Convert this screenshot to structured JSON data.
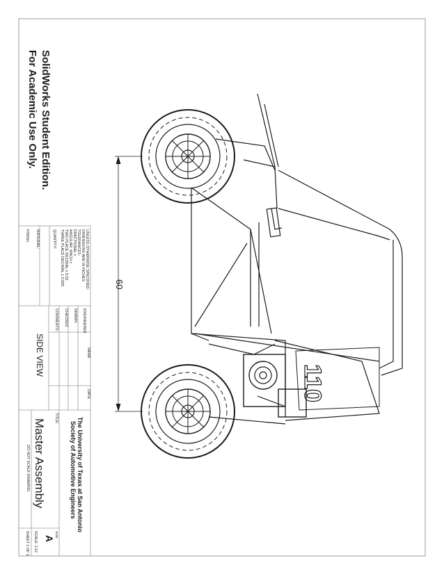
{
  "watermark": {
    "line1": "SolidWorks Student Edition.",
    "line2": "For Academic Use Only."
  },
  "dimension": {
    "value": "60"
  },
  "vehicle_number": "110",
  "title_block": {
    "tolerance": {
      "line1": "UNLESS OTHERWISE SPECIFIED:",
      "line2": "DIMENSIONS ARE IN INCHES",
      "line3": "TOLERANCES:",
      "line4": "FRACTIONAL ±",
      "line5": "ANGULAR: MACH ±",
      "line6": "TWO PLACE DECIMAL    ± 0.02",
      "line7": "THREE PLACE DECIMAL  ± 0.005"
    },
    "quantity_label": "QUANTITY:",
    "material_label": "MATERIAL:",
    "finish_label": "FINISH:",
    "name_header": "NAME",
    "date_header": "DATE",
    "rows": [
      "ENGINEERED",
      "DRAWN",
      "CHECKED"
    ],
    "comments_label": "COMMENTS:",
    "view_label": "SIDE VIEW",
    "org_line1": "The University of Texas at San Antonio",
    "org_line2": "Society of Automotive Engineers",
    "title_label": "TITLE:",
    "title": "Master Assembly",
    "do_not_scale": "DO NOT SCALE DRAWING",
    "size_label": "SIZE",
    "size_value": "A",
    "scale": "SCALE: 1:12",
    "sheet": "SHEET 1 OF 1"
  },
  "colors": {
    "line": "#1a1a1a",
    "border": "#9a9a9a"
  }
}
